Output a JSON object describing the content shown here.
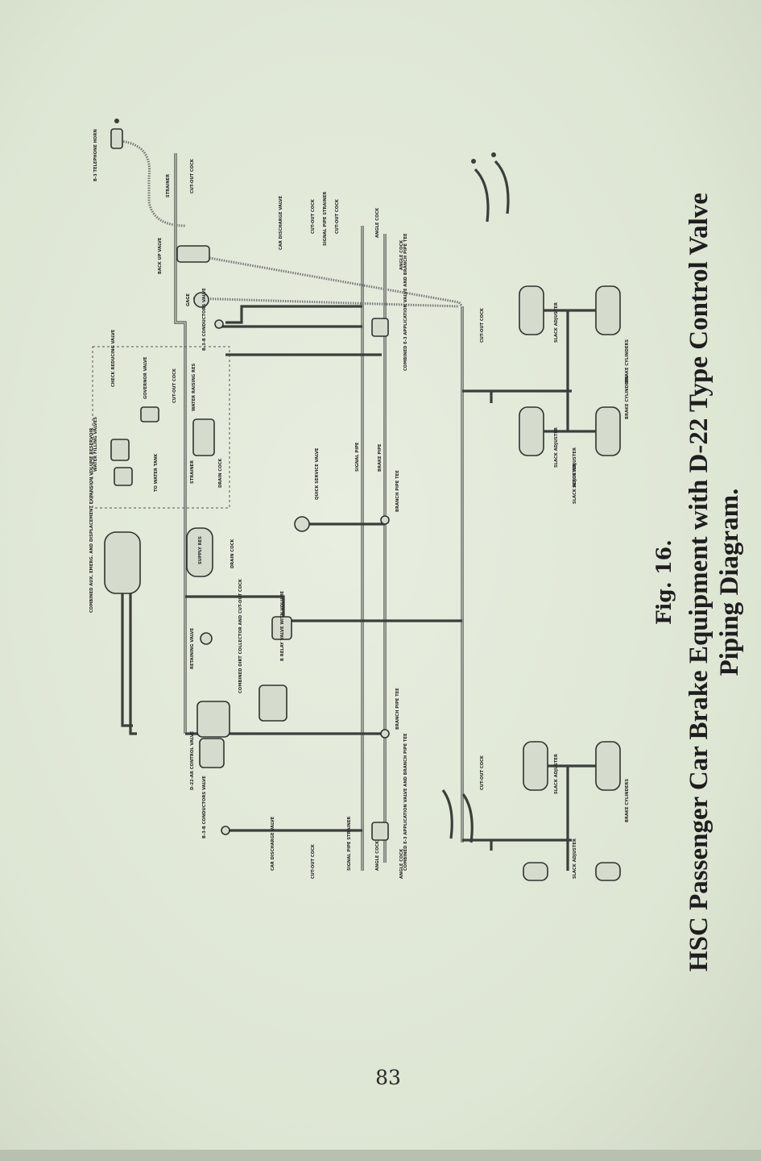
{
  "figure": {
    "number_label": "Fig. 16.",
    "title_line1": "HSC Passenger Car Brake Equipment with D-22 Type Control Valve",
    "title_line2": "Piping Diagram."
  },
  "page_number": "83",
  "diagram_labels": {
    "telephone_horn": "B-3 TELEPHONE HORN",
    "strainer_top": "STRAINER",
    "cutout_cock_top": "CUT-OUT COCK",
    "back_up_valve": "BACK UP VALVE",
    "car_discharge_top": "CAR DISCHARGE VALVE",
    "cutout_cock_a": "CUT-OUT COCK",
    "signal_pipe_strainer_top": "SIGNAL PIPE STRAINER",
    "cutout_cock_b": "CUT-OUT COCK",
    "angle_cock_top": "ANGLE COCK",
    "angle_cock_top2": "ANGLE COCK",
    "gage": "GAGE",
    "conductors_valve_top": "B-3-B CONDUCTORS VALVE",
    "combined_application_top": "COMBINED E-3 APPLICATION VALVE AND BRANCH PIPE TEE",
    "cutout_cock_c": "CUT-OUT COCK",
    "water_filling_valves": "WATER FILLING VALVES",
    "check_reducing_valve": "CHECK REDUCING VALVE",
    "governor_valve": "GOVERNOR VALVE",
    "cutout_cock_d": "CUT-OUT COCK",
    "water_raising_res": "WATER RAISING RES",
    "to_water_tank": "TO WATER TANK",
    "strainer_mid": "STRAINER",
    "drain_cock_mid": "DRAIN COCK",
    "slack_adjuster_a": "SLACK ADJUSTER",
    "slack_adjuster_b": "SLACK ADJUSTER",
    "brake_cylinders_a": "BRAKE CYLINDERS",
    "brake_cylinders_b": "BRAKE CYLINDERS",
    "slack_adjuster_c": "SLACK ADJUSTER",
    "slack_adjuster_d": "SLACK ADJUSTER",
    "quick_service_valve": "QUICK SERVICE VALVE",
    "signal_pipe": "SIGNAL PIPE",
    "brake_pipe": "BRAKE PIPE",
    "branch_pipe_tee_a": "BRANCH PIPE TEE",
    "combined_reservoir": "COMBINED AUX. EMERG. AND DISPLACEMENT EXPANSION VOLUME RESERVOIR",
    "supply_res": "SUPPLY RES",
    "drain_cock_supply": "DRAIN COCK",
    "retaining_valve": "RETAINING VALVE",
    "combined_dirt_collector": "COMBINED DIRT COLLECTOR AND CUT-OUT COCK",
    "relay_valve": "B RELAY VALVE WITH VOLUME",
    "control_valve": "D-22-AR CONTROL VALVE",
    "branch_pipe_tee_b": "BRANCH PIPE TEE",
    "cutout_cock_e": "CUT-OUT COCK",
    "conductors_valve_bottom": "B-3-B CONDUCTORS VALVE",
    "combined_application_bottom": "COMBINED E-3 APPLICATION VALVE AND BRANCH PIPE TEE",
    "car_discharge_bottom": "CAR DISCHARGE VALVE",
    "cutout_cock_f": "CUT-OUT COCK",
    "signal_pipe_strainer_bottom": "SIGNAL PIPE STRAINER",
    "angle_cock_bottom": "ANGLE COCK",
    "angle_cock_bottom2": "ANGLE COCK",
    "brake_cylinders_c": "BRAKE CYLINDERS",
    "slack_adjuster_e": "SLACK ADJUSTER",
    "slack_adjuster_f": "SLACK ADJUSTER"
  }
}
